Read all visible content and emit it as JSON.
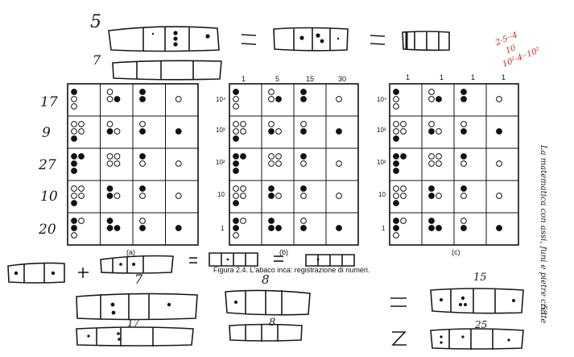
{
  "caption": {
    "text": "Figura 2.4. L'abaco inca: registrazione di numeri.",
    "sub_a": "(a)",
    "sub_b": "(b)",
    "sub_c": "(c)"
  },
  "side_text": {
    "line1": "La matematica con assi, funi e pietre crette",
    "page_number": "53"
  },
  "margin_note_red": {
    "line1": "2·5··4",
    "line2": "10",
    "line3": "10²·4··10²"
  },
  "handwritten": {
    "top_number": "5",
    "second_number": "7",
    "row_labels": [
      "17",
      "9",
      "27",
      "10",
      "20"
    ],
    "bottom_mid_8": "8",
    "bottom_left_7": "7",
    "bottom_right_15": "15",
    "bottom_17": "17",
    "bottom_8": "8",
    "bottom_25": "25",
    "equals": "=",
    "plus": "+"
  },
  "table_b": {
    "top_labels": [
      "1",
      "5",
      "15",
      "30"
    ],
    "row_labels": [
      "10⁴",
      "10³",
      "10²",
      "10",
      "1"
    ]
  },
  "table_c": {
    "top_labels": [
      "1",
      "1",
      "1",
      "1"
    ],
    "row_labels": [
      "10⁴",
      "10³",
      "10²",
      "10",
      "1"
    ]
  }
}
